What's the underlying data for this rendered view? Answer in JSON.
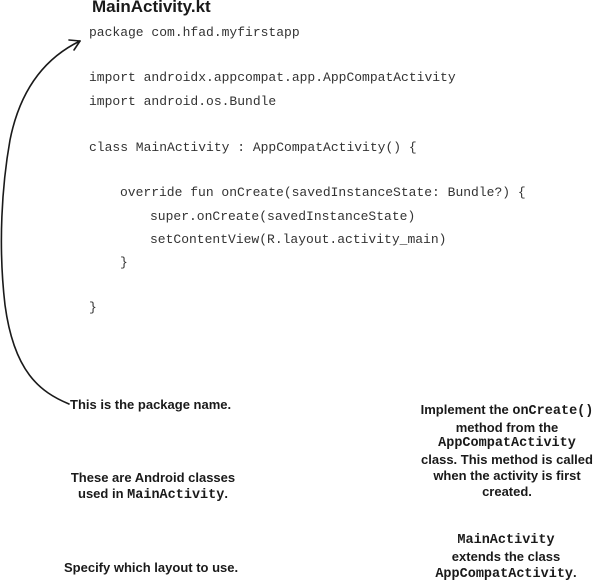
{
  "file": {
    "title": "MainActivity.kt"
  },
  "code": {
    "lines": [
      "package com.hfad.myfirstapp",
      "import androidx.appcompat.app.AppCompatActivity",
      "import android.os.Bundle",
      "class MainActivity : AppCompatActivity() {",
      "override fun onCreate(savedInstanceState: Bundle?) {",
      "super.onCreate(savedInstanceState)",
      "setContentView(R.layout.activity_main)",
      "}",
      "}"
    ]
  },
  "annotations": {
    "package": {
      "text": "This is the package name."
    },
    "imports": {
      "line1": "These are Android classes",
      "line2_prefix": "used in ",
      "line2_code": "MainActivity",
      "line2_suffix": "."
    },
    "layout": {
      "text": "Specify which layout to use."
    },
    "oncreate": {
      "prefix": "Implement the ",
      "code1": "onCreate()",
      "line2": "method from the",
      "code2": "AppCompatActivity",
      "line4": "class. This method  is called",
      "line5": "when the activity is first",
      "line6": "created."
    },
    "extends": {
      "code1": "MainActivity",
      "line2": "extends the class",
      "code2": "AppCompatActivity",
      "suffix": "."
    }
  }
}
